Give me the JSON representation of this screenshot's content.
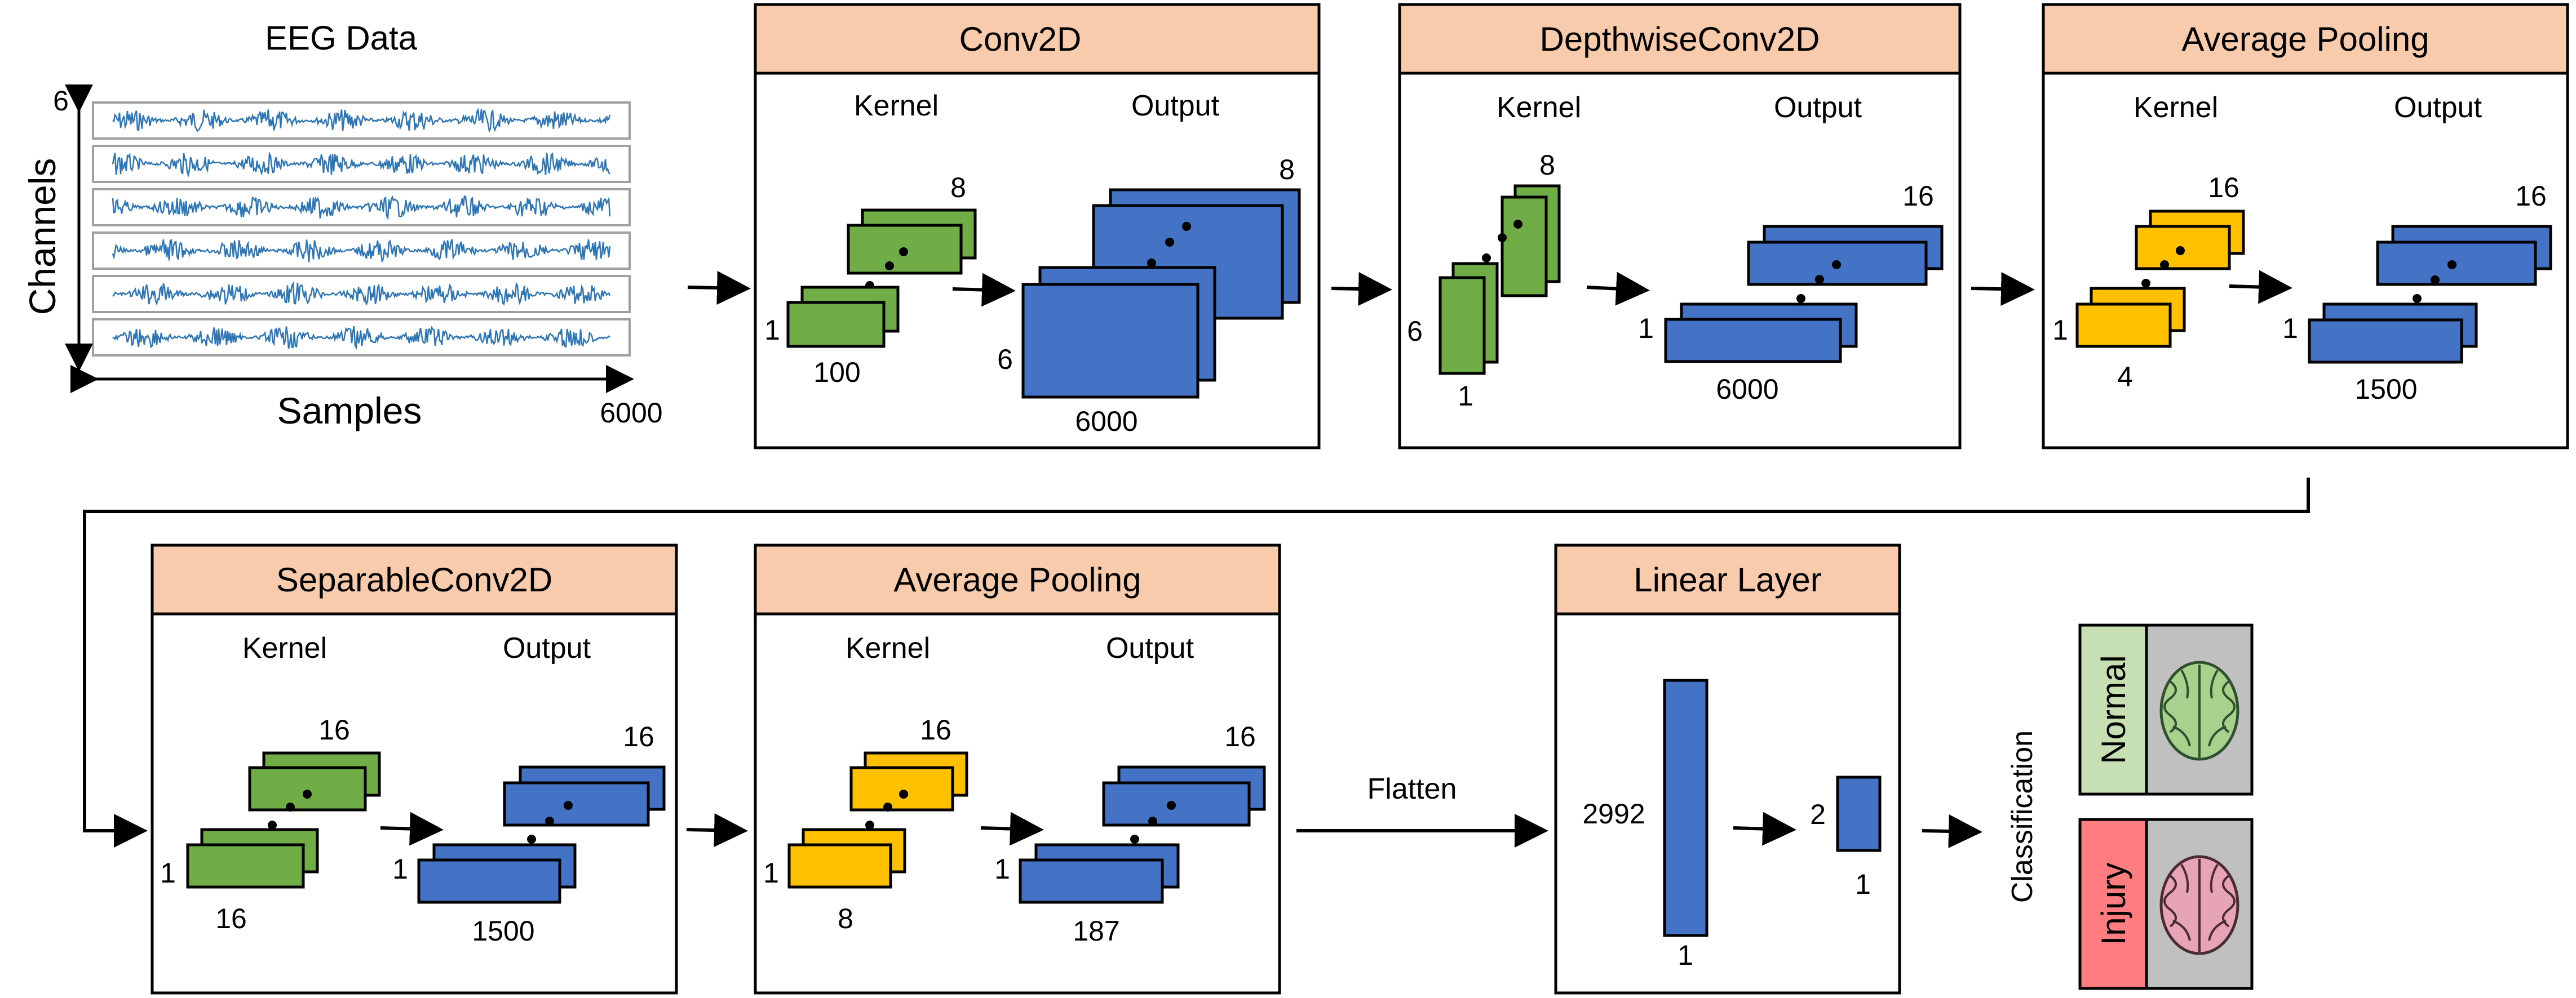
{
  "eeg": {
    "title": "EEG Data",
    "y_axis_label": "Channels",
    "x_axis_label": "Samples",
    "channel_count_label": "6",
    "sample_count_label": "6000"
  },
  "conv2d": {
    "title": "Conv2D",
    "kernel_label": "Kernel",
    "output_label": "Output",
    "kernel_depth": "8",
    "kernel_height": "1",
    "kernel_width": "100",
    "output_depth": "8",
    "output_height": "6",
    "output_width": "6000"
  },
  "depthwise": {
    "title": "DepthwiseConv2D",
    "kernel_label": "Kernel",
    "output_label": "Output",
    "kernel_depth": "8",
    "kernel_height": "6",
    "kernel_width": "1",
    "output_depth": "16",
    "output_height": "1",
    "output_width": "6000"
  },
  "avgpool1": {
    "title": "Average Pooling",
    "kernel_label": "Kernel",
    "output_label": "Output",
    "kernel_depth": "16",
    "kernel_height": "1",
    "kernel_width": "4",
    "output_depth": "16",
    "output_height": "1",
    "output_width": "1500"
  },
  "separable": {
    "title": "SeparableConv2D",
    "kernel_label": "Kernel",
    "output_label": "Output",
    "kernel_depth": "16",
    "kernel_height": "1",
    "kernel_width": "16",
    "output_depth": "16",
    "output_height": "1",
    "output_width": "1500"
  },
  "avgpool2": {
    "title": "Average Pooling",
    "kernel_label": "Kernel",
    "output_label": "Output",
    "kernel_depth": "16",
    "kernel_height": "1",
    "kernel_width": "8",
    "output_depth": "16",
    "output_height": "1",
    "output_width": "187"
  },
  "flatten_label": "Flatten",
  "linear": {
    "title": "Linear Layer",
    "input_height": "2992",
    "input_width": "1",
    "output_height": "2",
    "output_width": "1"
  },
  "classification": {
    "label": "Classification",
    "classes": [
      "Normal",
      "Injury"
    ]
  },
  "colors": {
    "header": "#f8cbad",
    "kernel_green": "#70ad47",
    "kernel_yellow": "#ffc000",
    "output_blue": "#4472c4",
    "eeg_signal": "#2e75b6",
    "normal_bg": "#c6e0b4",
    "injury_bg": "#ff7c80",
    "brain_normal": "#a9d18e",
    "brain_injury": "#e6a4b4"
  }
}
